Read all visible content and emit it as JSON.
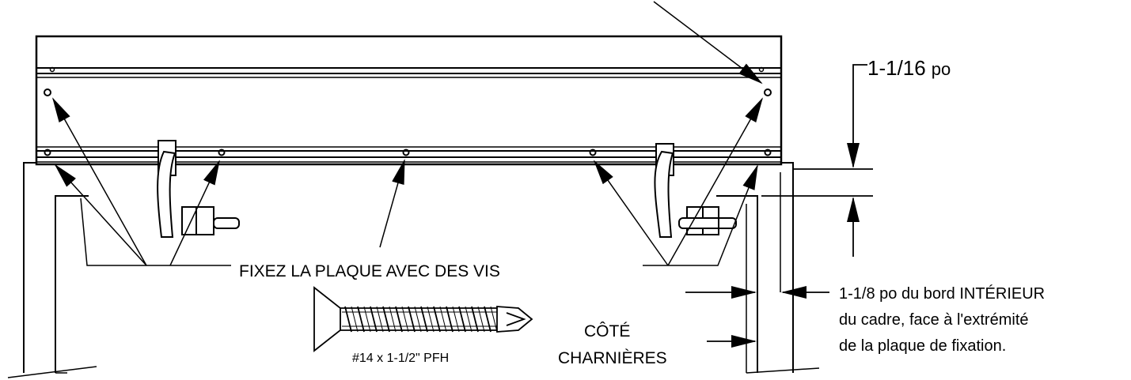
{
  "labels": {
    "vertical_dim_value": "1-1/16",
    "vertical_dim_unit": "po",
    "fasten_instruction": "FIXEZ LA PLAQUE AVEC DES VIS",
    "screw_spec": "#14 x 1-1/2\" PFH",
    "hinge_side_line1": "CÔTÉ",
    "hinge_side_line2": "CHARNIÈRES",
    "edge_note_line1": "1-1/8 po du bord INTÉRIEUR",
    "edge_note_line2": "du cadre,  face à l'extrémité",
    "edge_note_line3": "de la plaque de fixation."
  }
}
